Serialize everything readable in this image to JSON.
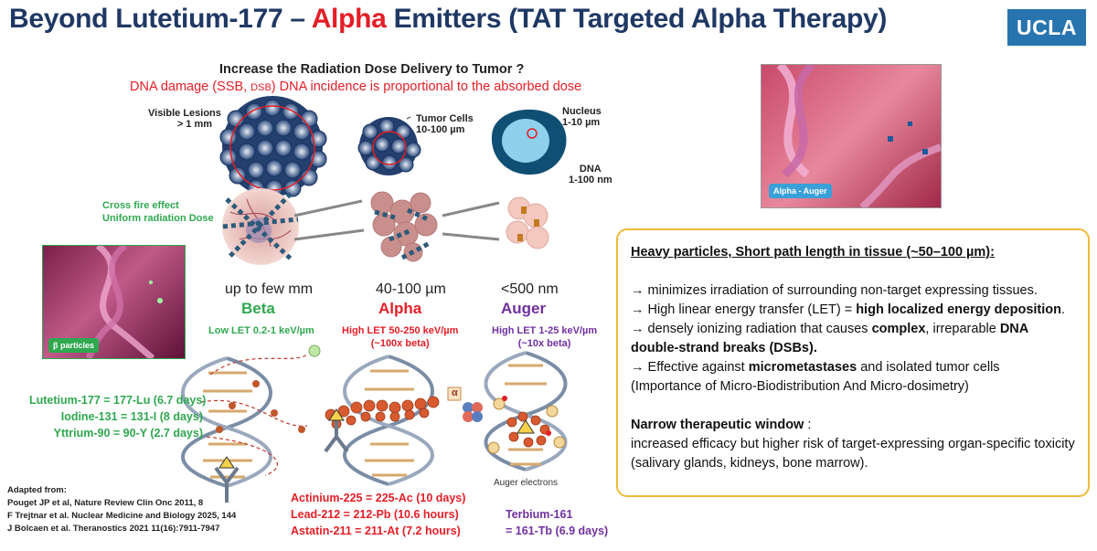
{
  "title": {
    "part1": "Beyond Lutetium-177 – ",
    "alpha": "Alpha",
    "part2": " Emitters (TAT Targeted Alpha Therapy)"
  },
  "logo": "UCLA",
  "question": "Increase the Radiation Dose Delivery to Tumor ?",
  "dna_damage": {
    "a": "DNA damage (SSB, ",
    "dsb": "DSB",
    "b": ") DNA  incidence is proportional to the absorbed dose"
  },
  "top_labels": {
    "visible_lesions": "Visible Lesions",
    "visible_size": "> 1 mm",
    "tumor_cells": "Tumor Cells",
    "tumor_size": "10-100 µm",
    "nucleus": "Nucleus",
    "nucleus_size": "1-10 µm",
    "dna": "DNA",
    "dna_size": "1-100 nm"
  },
  "crossfire": {
    "line1": "Cross fire effect",
    "line2": "Uniform  radiation  Dose"
  },
  "path_lengths": [
    "up to few mm",
    "40-100 µm",
    "<500 nm"
  ],
  "particles": {
    "beta": {
      "name": "Beta",
      "let": "Low LET 0.2-1 keV/µm"
    },
    "alpha": {
      "name": "Alpha",
      "let": "High LET 50-250 keV/µm",
      "factor": "(~100x beta)"
    },
    "auger": {
      "name": "Auger",
      "let": "High LET 1-25 keV/µm",
      "factor": "(~10x beta)"
    }
  },
  "symbols": {
    "alpha": "α",
    "auger_electrons": "Auger electrons"
  },
  "photos": {
    "beta_badge": "β particles",
    "alpha_auger_badge": "Alpha - Auger"
  },
  "isotopes": {
    "beta": [
      "Lutetium-177 = 177-Lu (6.7 days)",
      "Iodine-131 = 131-I (8 days)",
      "Yttrium-90 = 90-Y (2.7 days)"
    ],
    "alpha": [
      "Actinium-225 = 225-Ac (10 days)",
      "Lead-212 = 212-Pb (10.6 hours)",
      "Astatin-211 = 211-At  (7.2 hours)"
    ],
    "auger": [
      "Terbium-161",
      "= 161-Tb (6.9 days)"
    ]
  },
  "references": [
    "Adapted from:",
    "Pouget JP et al, Nature Review Clin Onc 2011, 8",
    "F Trejtnar et al. Nuclear Medicine and Biology 2025, 144",
    "J Bolcaen et al. Theranostics 2021 11(16):7911-7947"
  ],
  "info": {
    "heading": "Heavy particles, Short path length in tissue (~50–100 µm):",
    "b1": "→ minimizes irradiation of surrounding non-target expressing tissues.",
    "b2_a": "→ High linear energy transfer (LET) = ",
    "b2_b": "high localized energy deposition",
    "b2_c": ".",
    "b3_a": "→ densely ionizing radiation that causes ",
    "b3_b": "complex",
    "b3_c": ", irreparable ",
    "b3_d": "DNA double-strand breaks (DSBs).",
    "b4_a": "→ Effective against ",
    "b4_b": "micrometastases",
    "b4_c": " and isolated tumor cells",
    "b5": "(Importance of Micro-Biodistribution And Micro-dosimetry)",
    "window_title": "Narrow therapeutic window",
    "window_colon": " :",
    "window_text": "increased efficacy but higher risk of target-expressing organ-specific toxicity (salivary glands, kidneys, bone marrow)."
  },
  "colors": {
    "title": "#1f3864",
    "alpha_red": "#e41e26",
    "beta_green": "#2fa84f",
    "auger_purple": "#7030a0",
    "ucla_blue": "#2774ae",
    "box_border": "#f0b93a"
  }
}
